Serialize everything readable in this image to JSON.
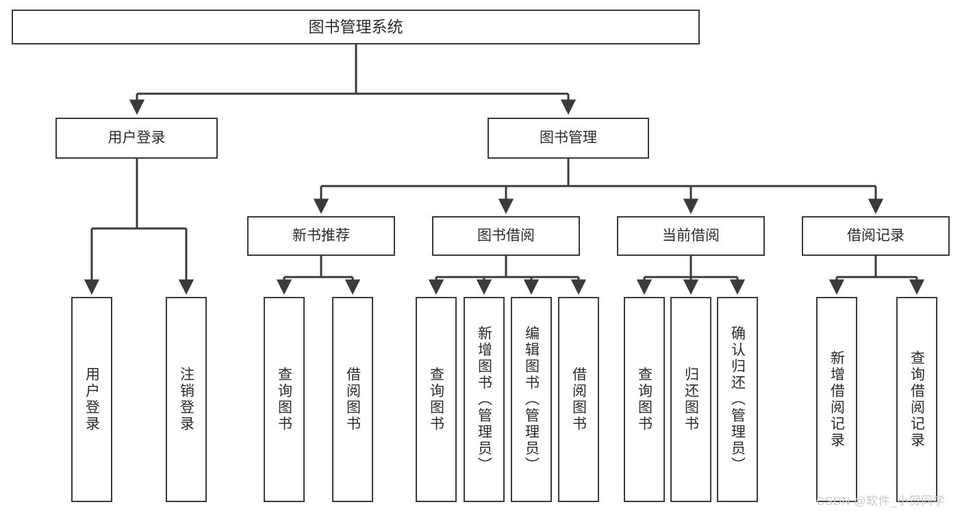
{
  "diagram": {
    "title": "图书管理系统",
    "type": "functional-structure-tree",
    "root": {
      "id": "root",
      "label": "图书管理系统"
    },
    "level2": [
      {
        "id": "user-login",
        "label": "用户登录"
      },
      {
        "id": "book-management",
        "label": "图书管理"
      }
    ],
    "level3": [
      {
        "id": "new-book-recommend",
        "label": "新书推荐",
        "parent": "book-management"
      },
      {
        "id": "book-borrow",
        "label": "图书借阅",
        "parent": "book-management"
      },
      {
        "id": "current-borrow",
        "label": "当前借阅",
        "parent": "book-management"
      },
      {
        "id": "borrow-record",
        "label": "借阅记录",
        "parent": "book-management"
      }
    ],
    "leaves": [
      {
        "id": "leaf-user-login",
        "label": "用户登录",
        "parent": "user-login"
      },
      {
        "id": "leaf-user-logout",
        "label": "注销登录",
        "parent": "user-login"
      },
      {
        "id": "leaf-query-book-1",
        "label": "查询图书",
        "parent": "new-book-recommend"
      },
      {
        "id": "leaf-borrow-book-1",
        "label": "借阅图书",
        "parent": "new-book-recommend"
      },
      {
        "id": "leaf-query-book-2",
        "label": "查询图书",
        "parent": "book-borrow"
      },
      {
        "id": "leaf-add-book",
        "label": "新增图书（管理员）",
        "parent": "book-borrow"
      },
      {
        "id": "leaf-edit-book",
        "label": "编辑图书（管理员）",
        "parent": "book-borrow"
      },
      {
        "id": "leaf-borrow-book-2",
        "label": "借阅图书",
        "parent": "book-borrow"
      },
      {
        "id": "leaf-query-book-3",
        "label": "查询图书",
        "parent": "current-borrow"
      },
      {
        "id": "leaf-return-book",
        "label": "归还图书",
        "parent": "current-borrow"
      },
      {
        "id": "leaf-confirm-return",
        "label": "确认归还（管理员）",
        "parent": "current-borrow"
      },
      {
        "id": "leaf-add-record",
        "label": "新增借阅记录",
        "parent": "borrow-record"
      },
      {
        "id": "leaf-query-record",
        "label": "查询借阅记录",
        "parent": "borrow-record"
      }
    ],
    "watermark": "CSDN @软件_小贺同学",
    "colors": {
      "stroke": "#3a3a3a",
      "text": "#2b2b2b",
      "background": "#ffffff",
      "watermark": "#c9c9c9"
    }
  }
}
